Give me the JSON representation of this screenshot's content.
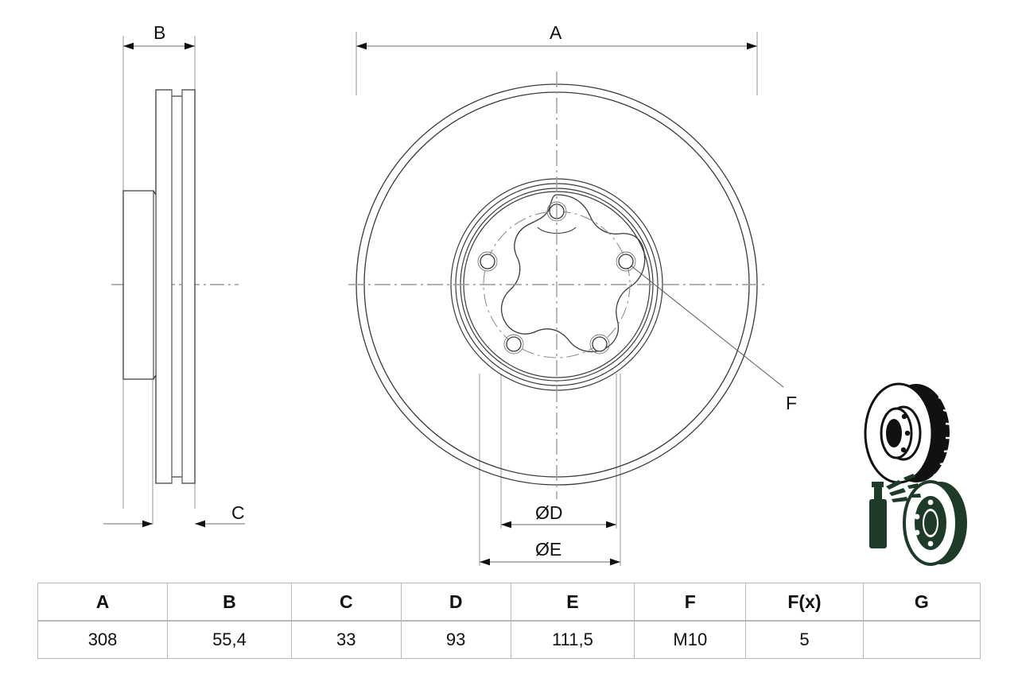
{
  "drawing": {
    "title": "Brake disc technical drawing",
    "views": {
      "side_section": {
        "name": "side-section-view"
      },
      "front": {
        "name": "front-view"
      }
    },
    "dimension_labels": [
      {
        "id": "B",
        "label": "B",
        "view": "side-section-view",
        "position": "top"
      },
      {
        "id": "C",
        "label": "C",
        "view": "side-section-view",
        "position": "bottom"
      },
      {
        "id": "A",
        "label": "A",
        "view": "front-view",
        "position": "top"
      },
      {
        "id": "D",
        "label": "ØD",
        "view": "front-view",
        "position": "bottom"
      },
      {
        "id": "E",
        "label": "ØE",
        "view": "front-view",
        "position": "bottom"
      },
      {
        "id": "F",
        "label": "F",
        "view": "front-view",
        "position": "leader-right"
      }
    ],
    "front_view": {
      "bolt_hole_count": 5,
      "hub_lobe_count": 5
    },
    "illustrations": [
      {
        "name": "vented-disc-3d-illustration",
        "color": "#111111"
      },
      {
        "name": "disc-coating-spray-illustration",
        "color": "#1d3b28"
      }
    ]
  },
  "table": {
    "name": "dimension-spec-table",
    "headers": [
      "A",
      "B",
      "C",
      "D",
      "E",
      "F",
      "F(x)",
      "G"
    ],
    "values": [
      "308",
      "55,4",
      "33",
      "93",
      "111,5",
      "M10",
      "5",
      ""
    ]
  },
  "colors": {
    "line": "#2b2b2b",
    "thin_line": "#555555",
    "center_line": "#999999",
    "dim_line": "#8a8a8a",
    "table_border": "#b9b9b9",
    "illustration_dark": "#111111",
    "illustration_green": "#1d3b28"
  }
}
